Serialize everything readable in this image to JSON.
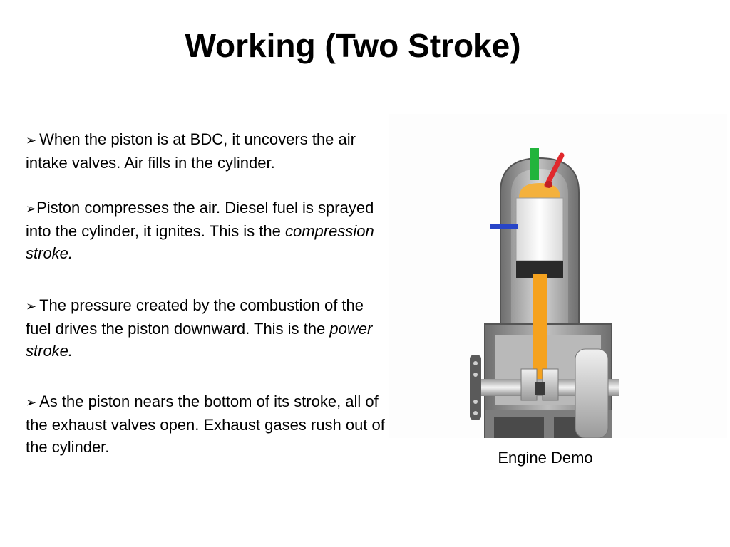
{
  "title": "Working (Two Stroke)",
  "bullet_marker": "➢",
  "bullets": [
    {
      "text": "When the piston is at BDC, it uncovers the air intake valves. Air fills in the cylinder."
    },
    {
      "text": "Piston  compresses the air. Diesel fuel is sprayed into the cylinder, it ignites. This is the ",
      "emphasis": "compression stroke."
    },
    {
      "text": "The pressure created by the combustion of the fuel drives the piston downward. This is the ",
      "emphasis": "power stroke."
    },
    {
      "text": "As the piston nears the bottom of its stroke, all of the exhaust valves open. Exhaust gases rush out of the cylinder."
    }
  ],
  "figure": {
    "caption": "Engine Demo"
  },
  "colors": {
    "intake_arrow": "#22b43c",
    "exhaust_arrow": "#e0282c",
    "fuel_injector": "#2845c8",
    "connecting_rod": "#f5a21e",
    "combustion_charge": "#f4b13c",
    "piston": "#f2f2f2",
    "engine_body": "#8f8f8f"
  }
}
